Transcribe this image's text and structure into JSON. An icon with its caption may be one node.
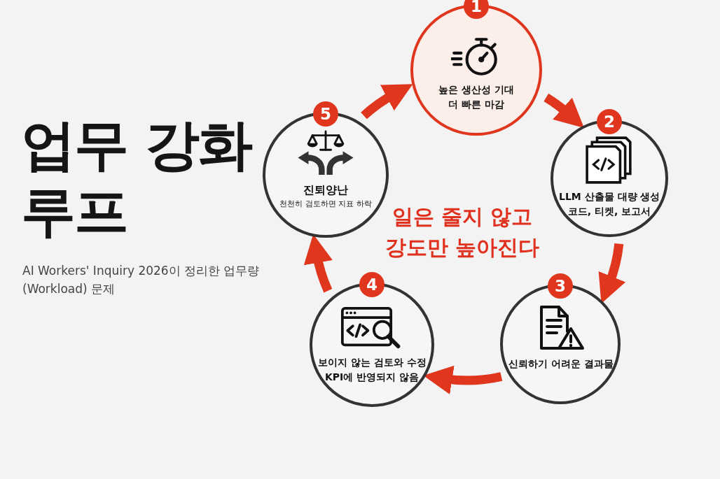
{
  "diagram": {
    "title": "업무 강화 루프",
    "nodes": [
      {
        "text": [
          "1",
          "높은 생산성 기대",
          "더 빠른 마감"
        ]
      },
      {
        "text": [
          "2",
          "LLM 산출물 대량 생성",
          "코드, 티켓, 보고서"
        ]
      },
      {
        "text": [
          "3",
          "신뢰하기 어려운 결과물"
        ]
      },
      {
        "text": [
          "4",
          "보이지 않는 검토와 수정",
          "KPI에 반영되지 않음"
        ]
      },
      {
        "text": [
          "5",
          "진퇴양난",
          "천천히 검토하면 지표 하락"
        ]
      }
    ],
    "edges": [
      {
        "from": 0,
        "to": 1,
        "arrow": "to"
      },
      {
        "from": 1,
        "to": 2,
        "arrow": "to"
      },
      {
        "from": 2,
        "to": 3,
        "arrow": "to"
      },
      {
        "from": 3,
        "to": 4,
        "arrow": "to"
      },
      {
        "from": 4,
        "to": 0,
        "arrow": "to"
      }
    ],
    "labels": [
      "AI Workers' Inquiry 2026이 정리한 업무량(Workload) 문제",
      "일은 줄지 않고 강도만 높아진다"
    ]
  }
}
